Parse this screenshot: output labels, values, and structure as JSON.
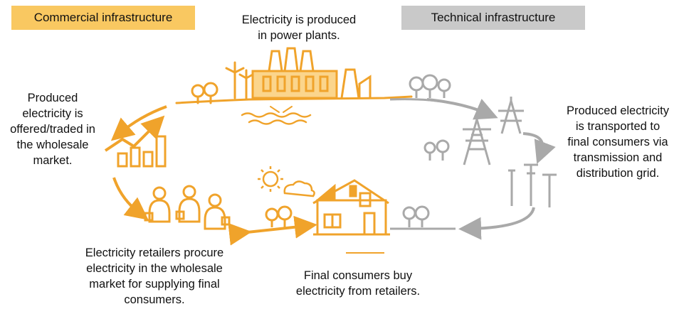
{
  "colors": {
    "commercial": "#f9c861",
    "technical": "#c9c9c9",
    "orange": "#f0a32b",
    "gray": "#a9a9a9"
  },
  "headers": {
    "commercial": "Commercial infrastructure",
    "technical": "Technical infrastructure"
  },
  "captions": {
    "production": [
      "Electricity is produced",
      "in power plants."
    ],
    "transport": [
      "Produced electricity",
      "is transported to",
      "final consumers via",
      "transmission and",
      "distribution grid."
    ],
    "wholesale": [
      "Produced",
      "electricity is",
      "offered/traded in",
      "the wholesale",
      "market."
    ],
    "retailers": [
      "Electricity retailers procure",
      "electricity in the wholesale",
      "market for supplying final",
      "consumers."
    ],
    "consumers": [
      "Final consumers buy",
      "electricity from retailers."
    ]
  }
}
